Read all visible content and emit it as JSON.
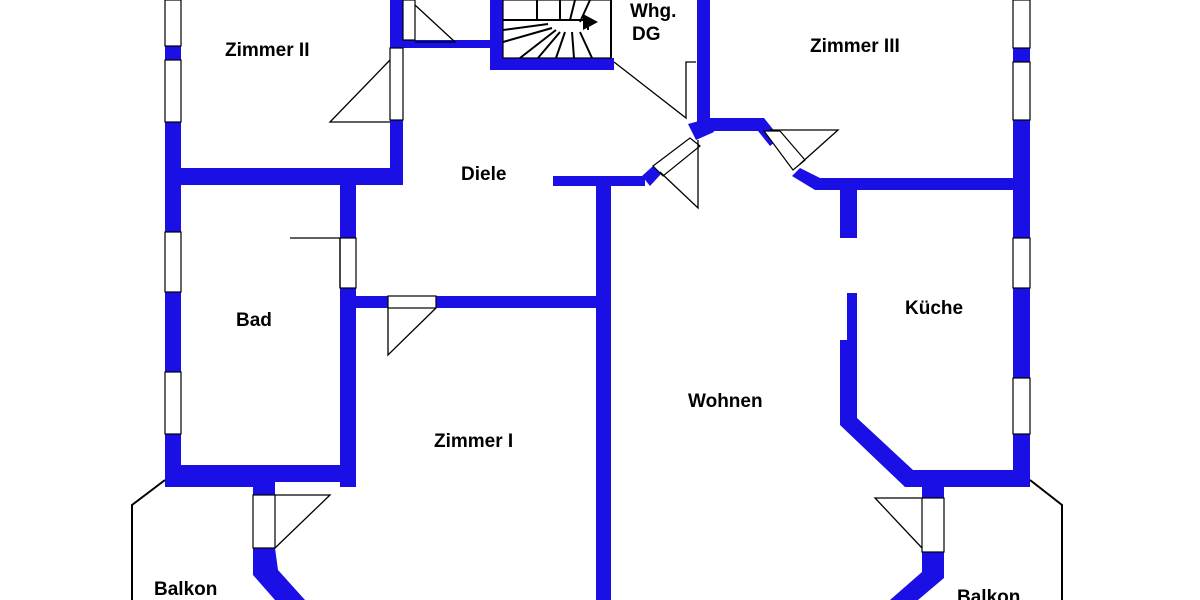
{
  "rooms": {
    "zimmer_2": "Zimmer II",
    "zimmer_3": "Zimmer III",
    "whg_line1": "Whg.",
    "whg_line2": "DG",
    "diele": "Diele",
    "bad": "Bad",
    "kueche": "Küche",
    "wohnen": "Wohnen",
    "zimmer_1": "Zimmer I",
    "balkon_left": "Balkon",
    "balkon_right": "Balkon"
  },
  "colors": {
    "wall": "#1a10e6",
    "background": "#ffffff",
    "lines": "#000000"
  }
}
